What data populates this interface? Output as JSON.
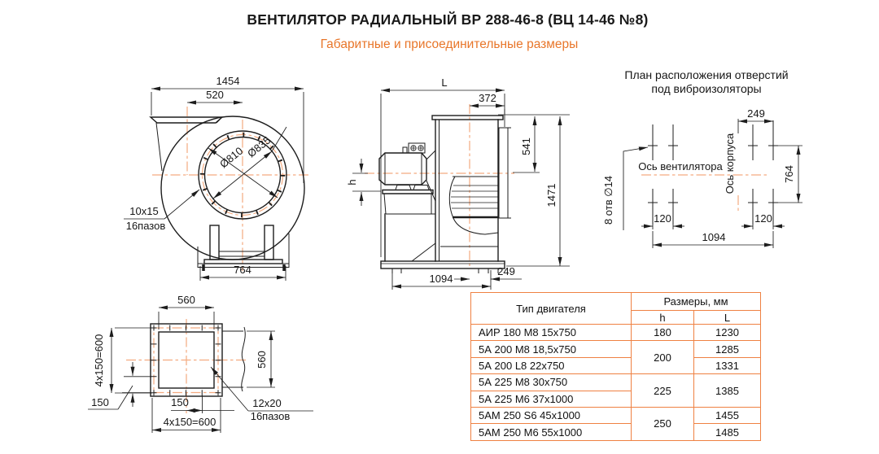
{
  "header": {
    "title": "ВЕНТИЛЯТОР РАДИАЛЬНЫЙ ВР 288-46-8 (ВЦ 14-46 №8)",
    "subtitle": "Габаритные и присоединительные размеры"
  },
  "colors": {
    "accent_orange": "#e8762a",
    "centerline_orange": "#f4ab80",
    "table_border_orange": "#ef8142",
    "line_black": "#1d1d1d"
  },
  "front_view": {
    "dim_width_overall": "1454",
    "dim_inlet_offset": "520",
    "dim_inlet_inner": "Ø810",
    "dim_inlet_outer": "Ø835",
    "slot_size": "10x15",
    "slot_count": "16пазов",
    "dim_base_width": "764"
  },
  "side_view": {
    "dim_length_overall": "L",
    "dim_outlet_offset": "372",
    "dim_inlet_to_axis": "541",
    "dim_height_overall": "1471",
    "dim_axis_height": "h",
    "dim_base_length": "1094",
    "dim_base_offset": "249"
  },
  "holes_plan": {
    "title_line1": "План расположения отверстий",
    "title_line2": "под виброизоляторы",
    "label_fan_axis": "Ось вентилятора",
    "label_housing_axis": "Ось корпуса",
    "label_holes": "8 отв ∅14",
    "dim_axis_offset": "249",
    "dim_depth": "764",
    "dim_pitch_left": "120",
    "dim_pitch_right": "120",
    "dim_length": "1094"
  },
  "flange_view": {
    "dim_top": "560",
    "dim_left": "4x150=600",
    "dim_right": "560",
    "dim_pitch_side": "150",
    "dim_pitch_bottom": "150",
    "dim_bottom": "4x150=600",
    "slot_size": "12x20",
    "slot_count": "16пазов"
  },
  "table": {
    "col_motor": "Тип двигателя",
    "col_dims": "Размеры, мм",
    "col_h": "h",
    "col_L": "L",
    "rows": [
      {
        "motor": "АИР 180 М8 15х750",
        "h": "180",
        "L": "1230"
      },
      {
        "motor": "5А 200 М8 18,5х750",
        "h": "200",
        "L": "1285"
      },
      {
        "motor": "5А 200  L8  22х750",
        "L": "1331"
      },
      {
        "motor": "5А 225 М8  30х750",
        "h": "225",
        "L": "1385"
      },
      {
        "motor": "5А 225 М6 37х1000"
      },
      {
        "motor": "5АМ 250 S6 45х1000",
        "h": "250",
        "L": "1455"
      },
      {
        "motor": "5АМ 250 М6 55х1000",
        "L": "1485"
      }
    ]
  }
}
